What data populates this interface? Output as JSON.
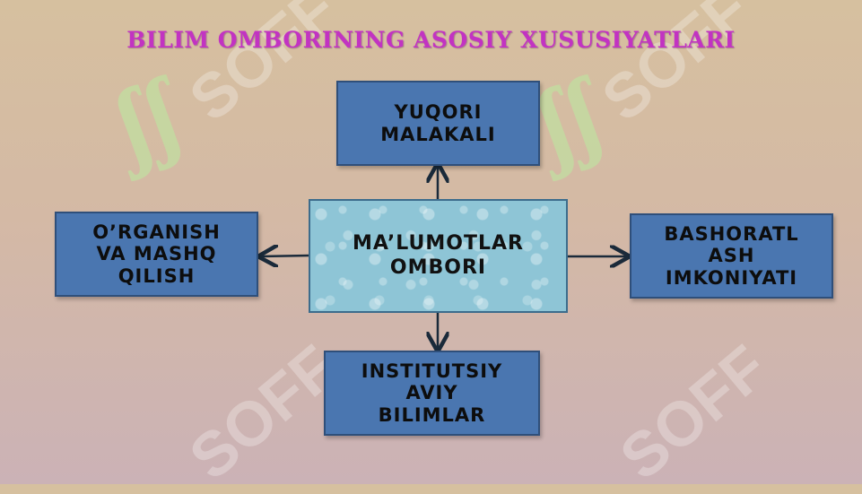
{
  "title": "BILIM OMBORINING ASOSIY XUSUSIYATLARI",
  "watermark": "SOFF",
  "center": "MA’LUMOTLAR\nOMBORI",
  "nodes": {
    "top": "YUQORI\nMALAKALI",
    "left": "O’RGANISH\nVA MASHQ\nQILISH",
    "right": "BASHORATL\nASH\nIMKONIYATI",
    "bottom": "INSTITUTSIY\nAVIY\nBILIMLAR"
  },
  "colors": {
    "title": "#c233c2",
    "box": "#4a76b0",
    "center_box": "#8ec5d6",
    "arrow": "#1a2a3a"
  }
}
